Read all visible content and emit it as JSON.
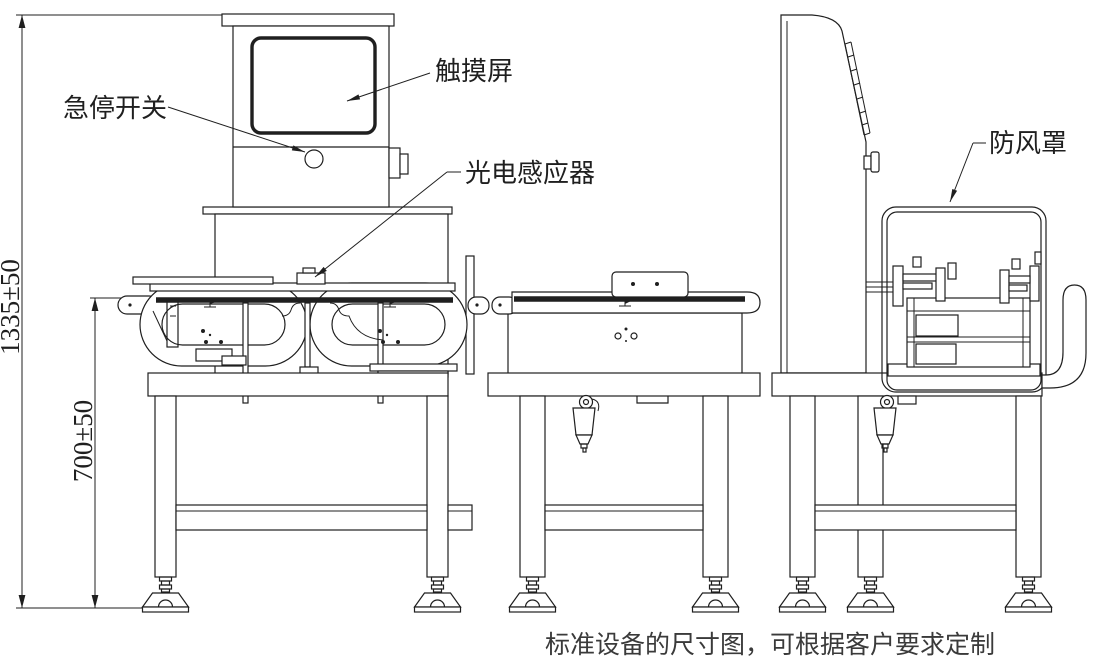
{
  "diagram": {
    "callouts": {
      "touch_screen": "触摸屏",
      "emergency_stop_switch": "急停开关",
      "photoelectric_sensor": "光电感应器",
      "windproof_cover": "防风罩"
    },
    "dimensions": {
      "overall_height": "1335±50",
      "belt_height": "700±50"
    },
    "caption": "标准设备的尺寸图，可根据客户要求定制",
    "colors": {
      "line": "#1f1f1f",
      "background": "#ffffff",
      "caption_text": "#3a3a3a"
    }
  }
}
